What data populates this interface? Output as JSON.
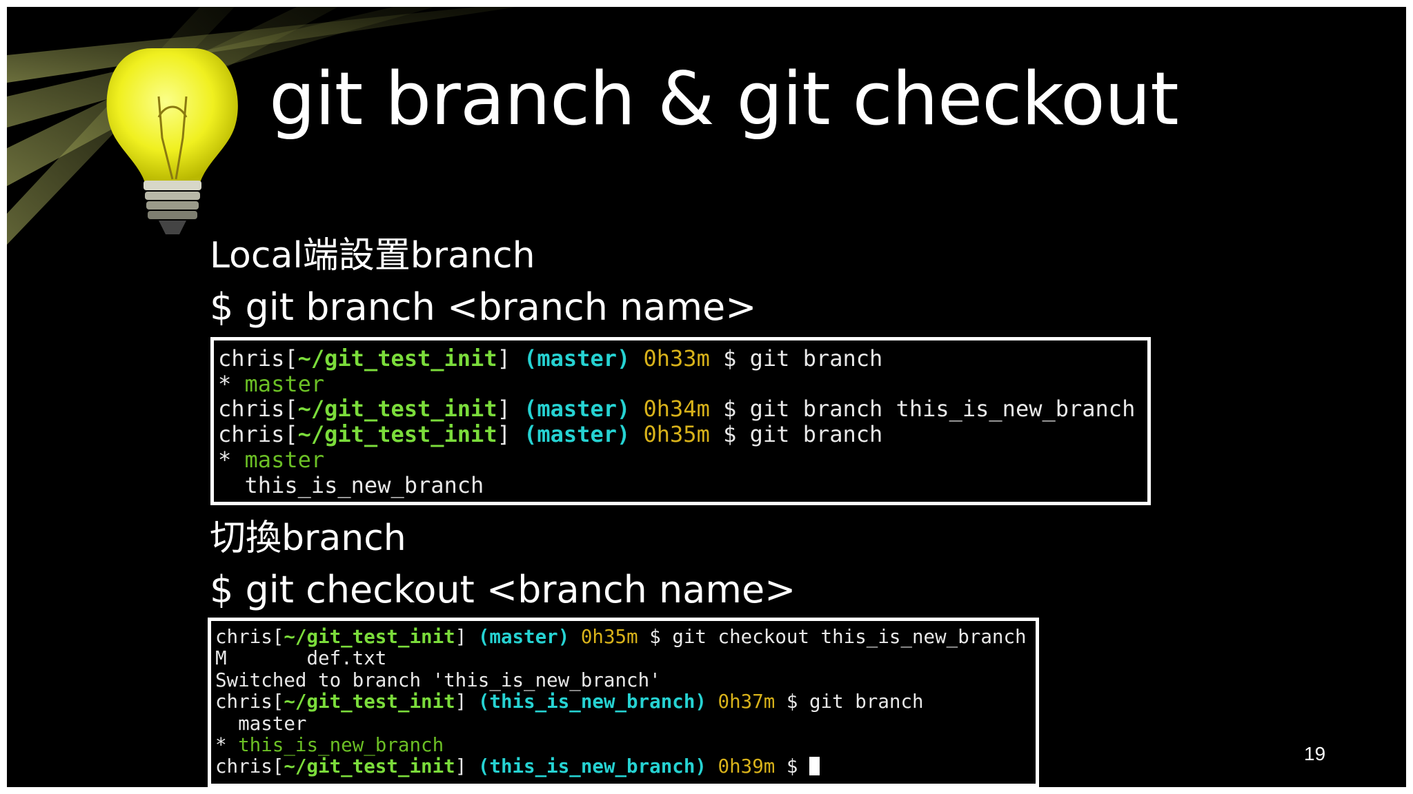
{
  "slide": {
    "title": "git branch & git checkout",
    "section1_heading": "Local端設置branch",
    "section1_command": "$ git branch <branch name>",
    "section2_heading": "切換branch",
    "section2_command": "$ git checkout <branch name>",
    "page_number": "19"
  },
  "terminal1": {
    "lines": [
      {
        "user": "chris[",
        "path": "~/git_test_init",
        "close": "]",
        "branch": "(master)",
        "time": "0h33m",
        "cmd": "$ git branch"
      },
      {
        "prefix": "* ",
        "current": "master"
      },
      {
        "user": "chris[",
        "path": "~/git_test_init",
        "close": "]",
        "branch": "(master)",
        "time": "0h34m",
        "cmd": "$ git branch this_is_new_branch"
      },
      {
        "user": "chris[",
        "path": "~/git_test_init",
        "close": "]",
        "branch": "(master)",
        "time": "0h35m",
        "cmd": "$ git branch"
      },
      {
        "prefix": "* ",
        "current": "master"
      },
      {
        "text": "  this_is_new_branch"
      }
    ]
  },
  "terminal2": {
    "lines": [
      {
        "user": "chris[",
        "path": "~/git_test_init",
        "close": "]",
        "branch": "(master)",
        "time": "0h35m",
        "cmd": "$ git checkout this_is_new_branch"
      },
      {
        "text": "M       def.txt"
      },
      {
        "text": "Switched to branch 'this_is_new_branch'"
      },
      {
        "user": "chris[",
        "path": "~/git_test_init",
        "close": "]",
        "branch": "(this_is_new_branch)",
        "time": "0h37m",
        "cmd": "$ git branch"
      },
      {
        "text": "  master"
      },
      {
        "prefix": "* ",
        "current": "this_is_new_branch"
      },
      {
        "user": "chris[",
        "path": "~/git_test_init",
        "close": "]",
        "branch": "(this_is_new_branch)",
        "time": "0h39m",
        "cmd": "$"
      }
    ]
  },
  "colors": {
    "background": "#000000",
    "path": "#7bdc3b",
    "branch": "#26d2d2",
    "time": "#d8b21a",
    "current_branch": "#6bbf25"
  },
  "icons": [
    "light-bulb-icon"
  ]
}
